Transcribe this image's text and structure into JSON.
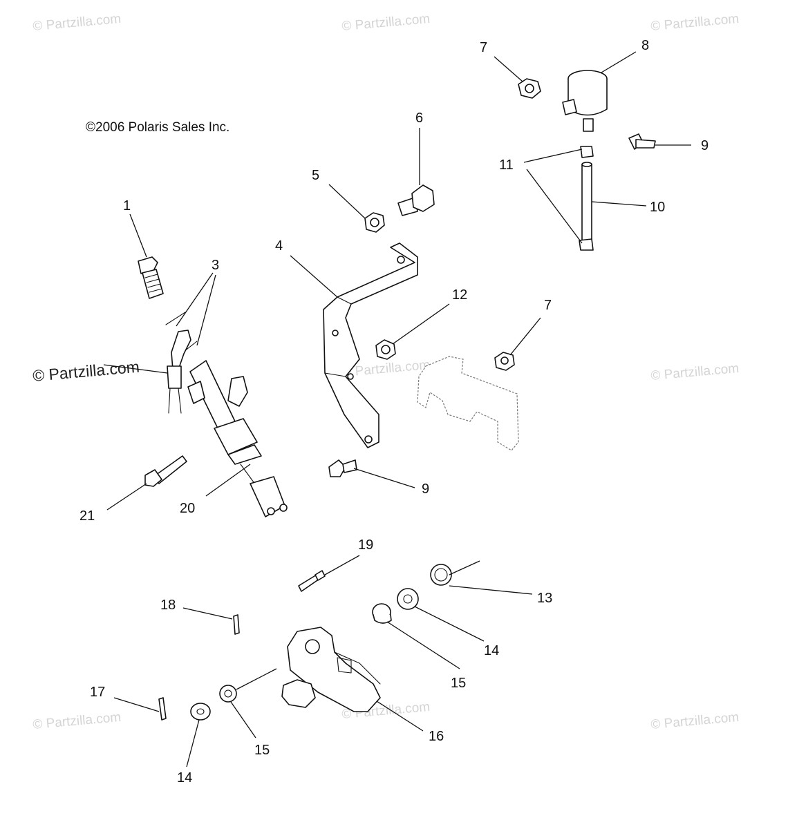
{
  "copyright": "©2006 Polaris Sales Inc.",
  "watermark": "© Partzilla.com",
  "callouts": {
    "c1": "1",
    "c3": "3",
    "c4": "4",
    "c5": "5",
    "c6": "6",
    "c7a": "7",
    "c7b": "7",
    "c8": "8",
    "c9a": "9",
    "c9b": "9",
    "c10": "10",
    "c11": "11",
    "c12": "12",
    "c13": "13",
    "c14a": "14",
    "c14b": "14",
    "c15a": "15",
    "c15b": "15",
    "c16": "16",
    "c17": "17",
    "c18": "18",
    "c19": "19",
    "c20": "20",
    "c21": "21"
  },
  "colors": {
    "line": "#111111",
    "watermark": "#d4d4d4",
    "background": "#ffffff"
  }
}
